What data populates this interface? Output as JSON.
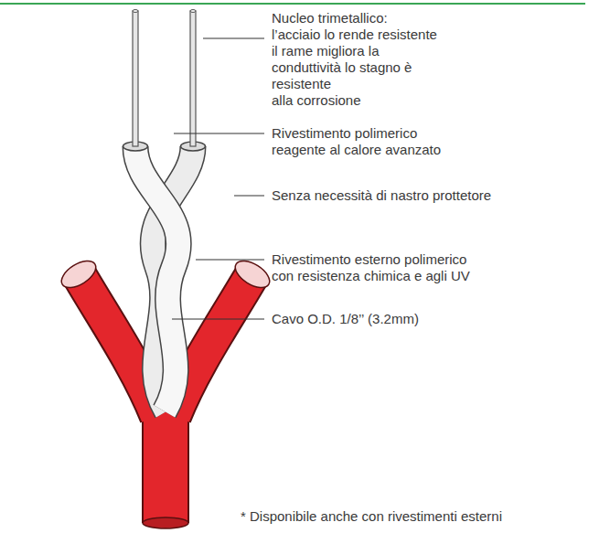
{
  "diagram": {
    "labels": [
      "Nucleo trimetallico: l’acciaio lo rende resistente il rame migliora la conduttività lo stagno è resistente alla corrosione",
      "Rivestimento polimerico reagente al calore avanzato",
      "Senza necessità di nastro prottetore",
      "Rivestimento esterno polimerico con resistenza chimica e agli UV",
      "Cavo O.D. 1/8’’ (3.2mm)",
      "* Disponibile anche con rivestimenti esterni"
    ]
  }
}
